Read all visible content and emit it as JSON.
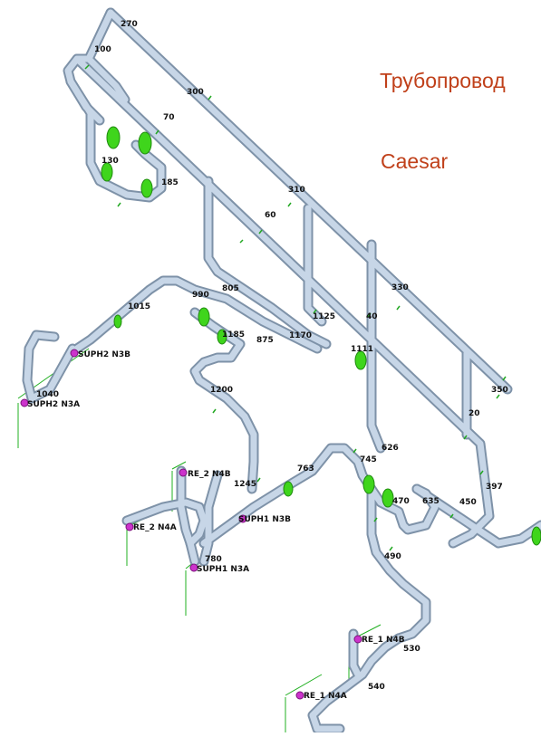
{
  "titles": [
    "Трубопровод",
    "Caesar"
  ],
  "node_labels": [
    "270",
    "100",
    "300",
    "70",
    "130",
    "185",
    "310",
    "60",
    "805",
    "990",
    "1015",
    "40",
    "330",
    "1185",
    "1125",
    "875",
    "1170",
    "1111",
    "SUPH2 N3B",
    "SUPH2 N3A",
    "1040",
    "1200",
    "350",
    "20",
    "626",
    "745",
    "RE_2 N4B",
    "1245",
    "763",
    "470",
    "635",
    "450",
    "397",
    "RE_2 N4A",
    "SUPH1 N3B",
    "780",
    "SUPH1 N3A",
    "490",
    "RE_1 N4B",
    "530",
    "RE_1 N4A",
    "540"
  ],
  "colors": {
    "pipe": "#b9c9dc",
    "pipe_edge": "#7e92a8",
    "fitting": "#3fd51c",
    "support": "#cc33cc",
    "marker": "#22a822",
    "support_line": "#22b022",
    "title": "#c0401a"
  }
}
